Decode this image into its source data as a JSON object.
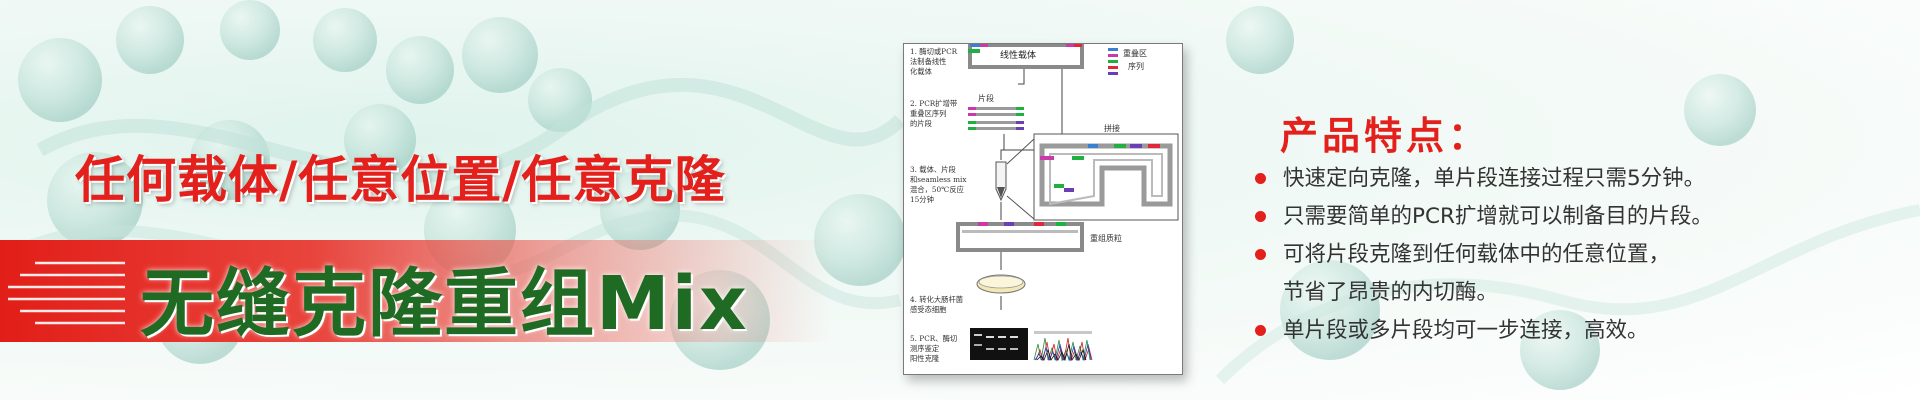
{
  "banner": {
    "tagline": "任何载体/任意位置/任意克隆",
    "product_name": "无缝克隆重组Mix",
    "accent_color": "#e3201b",
    "product_color": "#1f6b23"
  },
  "diagram": {
    "steps": [
      {
        "lines": [
          "1. 酶切或PCR",
          "法制备线性",
          "化载体"
        ]
      },
      {
        "lines": [
          "2. PCR扩增带",
          "重叠区序列",
          "的片段"
        ]
      },
      {
        "lines": [
          "3. 载体、片段",
          "和seamless mix",
          "混合，50℃反应",
          "15分钟"
        ]
      },
      {
        "lines": [
          "4. 转化大肠杆菌",
          "感受态细胞"
        ]
      },
      {
        "lines": [
          "5. PCR、酶切",
          "测序鉴定",
          "阳性克隆"
        ]
      }
    ],
    "labels": {
      "linear_vector": "线性载体",
      "overlap_legend": [
        "重叠区",
        "序列"
      ],
      "fragment": "片段",
      "ligation": "拼接",
      "recombinant_plasmid": "重组质粒"
    }
  },
  "features": {
    "title": "产品特点：",
    "items": [
      {
        "lines": [
          "快速定向克隆，单片段连接过程只需5分钟。"
        ]
      },
      {
        "lines": [
          "只需要简单的PCR扩增就可以制备目的片段。"
        ]
      },
      {
        "lines": [
          "可将片段克隆到任何载体中的任意位置，",
          "节省了昂贵的内切酶。"
        ]
      },
      {
        "lines": [
          "单片段或多片段均可一步连接，高效。"
        ]
      }
    ]
  }
}
